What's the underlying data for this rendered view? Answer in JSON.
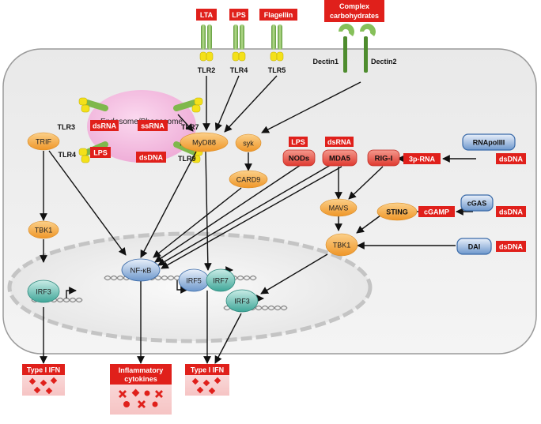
{
  "ligands": {
    "lta": "LTA",
    "lps": "LPS",
    "flagellin": "Flagellin",
    "complex_carbs": [
      "Complex",
      "carbohydrates"
    ]
  },
  "receptors": {
    "tlr2": "TLR2",
    "tlr4": "TLR4",
    "tlr5": "TLR5",
    "dectin1": "Dectin1",
    "dectin2": "Dectin2"
  },
  "endosome": {
    "label": "Endosome/Phagosome",
    "tlr3": "TLR3",
    "tlr7": "TLR7",
    "tlr4": "TLR4",
    "tlr9": "TLR9",
    "dsrna": "dsRNA",
    "ssrna": "ssRNA",
    "lps": "LPS",
    "dsdna": "dsDNA"
  },
  "adaptors": {
    "trif": "TRIF",
    "myd88": "MyD88",
    "syk": "syk",
    "card9": "CARD9",
    "tbk1_left": "TBK1",
    "mavs": "MAVS",
    "sting": "STING",
    "tbk1_right": "TBK1"
  },
  "sensors": {
    "lps": "LPS",
    "nods": "NODs",
    "dsrna": "dsRNA",
    "mda5": "MDA5",
    "rigi": "RIG-I",
    "rnapol": "RNApolIII",
    "three_p_rna": "3p-RNA",
    "dsdna_rnapol": "dsDNA",
    "cgas": "cGAS",
    "cgamp": "cGAMP",
    "dsdna_cgas": "dsDNA",
    "dai": "DAI",
    "dsdna_dai": "dsDNA"
  },
  "nucleus": {
    "irf3_left": "IRF3",
    "nfkb": "NF-κB",
    "irf5": "IRF5",
    "irf7": "IRF7",
    "irf3_right": "IRF3"
  },
  "outputs": {
    "ifn_left": "Type I IFN",
    "cytokines": [
      "Inflammatory",
      "cytokines"
    ],
    "ifn_right": "Type I IFN"
  },
  "colors": {
    "ligand_red": "#e0201b",
    "adaptor_orange": "#f5a43a",
    "sensor_red": "#e8453c",
    "blue_node": "#5f8fc7",
    "teal_node": "#4fb5a8",
    "endosome_pink": "#f3b6dd",
    "nucleus_gray": "#ececec"
  }
}
